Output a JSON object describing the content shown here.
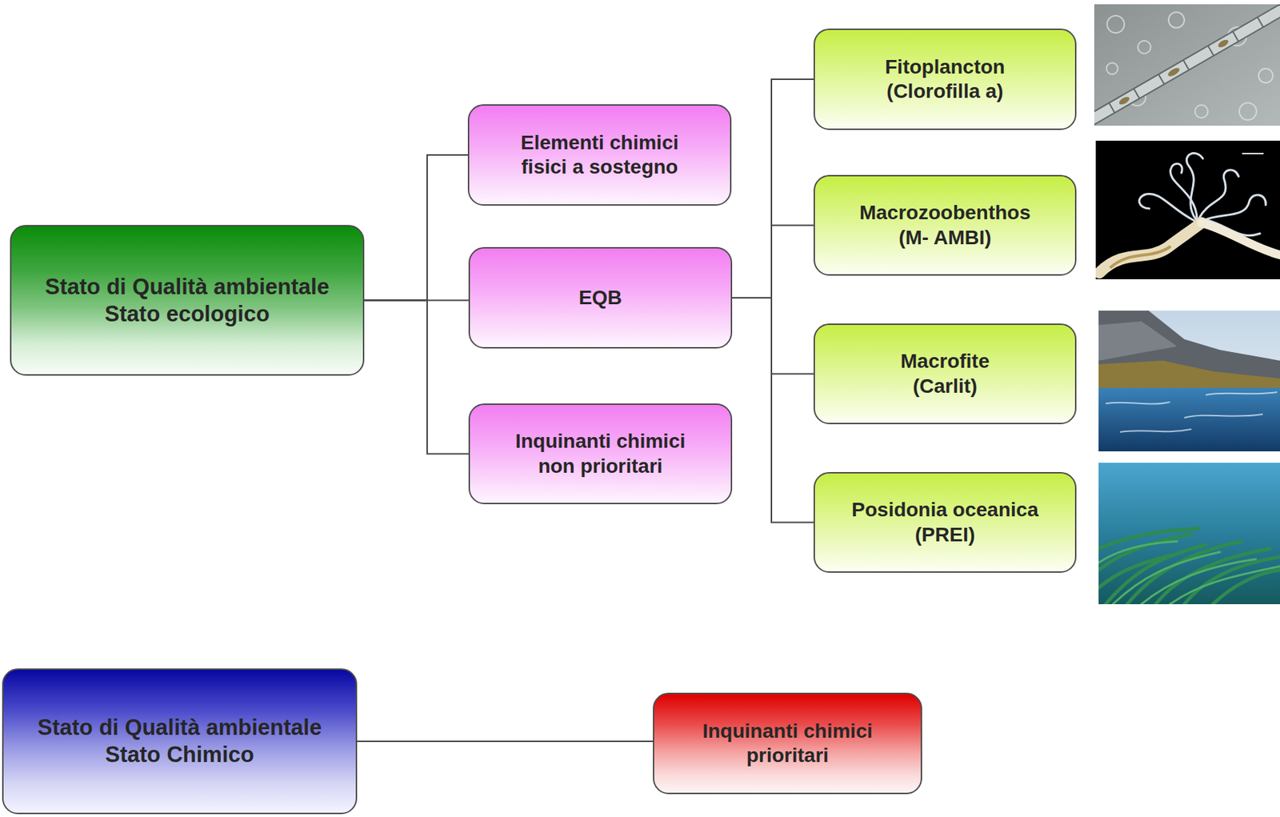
{
  "diagram": {
    "nodes": [
      {
        "text": [
          "Stato di Qualità ambientale Stato ecologico"
        ]
      },
      {
        "text": [
          "Elementi chimici fisici a sostegno"
        ]
      },
      {
        "text": [
          "EQB"
        ]
      },
      {
        "text": [
          "Inquinanti chimici non prioritari"
        ]
      },
      {
        "text": [
          "Fitoplancton (Clorofilla a)"
        ]
      },
      {
        "text": [
          "Macrozoobenthos (M- AMBI)"
        ]
      },
      {
        "text": [
          "Macrofite (Carlit)"
        ]
      },
      {
        "text": [
          "Posidonia oceanica (PREI)"
        ]
      },
      {
        "text": [
          "Stato di Qualità ambientale Stato Chimico"
        ]
      },
      {
        "text": [
          "Inquinanti chimici prioritari"
        ]
      }
    ],
    "edges": [
      {
        "from": 0,
        "to": 1,
        "arrow": "none"
      },
      {
        "from": 0,
        "to": 2,
        "arrow": "none"
      },
      {
        "from": 0,
        "to": 3,
        "arrow": "none"
      },
      {
        "from": 2,
        "to": 4,
        "arrow": "none"
      },
      {
        "from": 2,
        "to": 5,
        "arrow": "none"
      },
      {
        "from": 2,
        "to": 6,
        "arrow": "none"
      },
      {
        "from": 2,
        "to": 7,
        "arrow": "none"
      },
      {
        "from": 8,
        "to": 9,
        "arrow": "none"
      }
    ]
  }
}
